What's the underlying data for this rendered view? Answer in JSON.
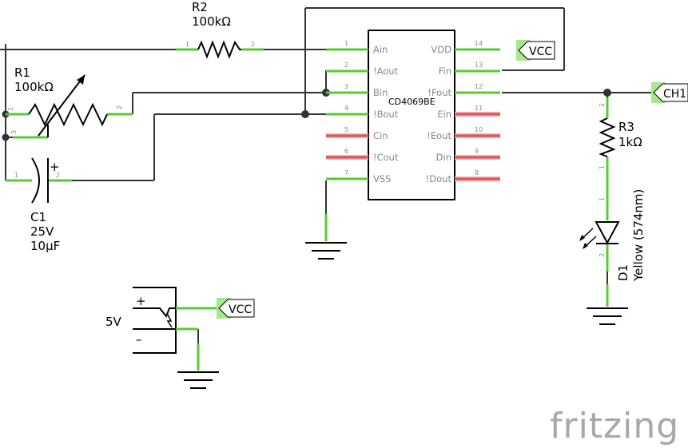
{
  "schematic": {
    "ic": {
      "part": "CD4069BE",
      "left_pins": [
        {
          "num": "1",
          "name": "Ain"
        },
        {
          "num": "2",
          "name": "!Aout"
        },
        {
          "num": "3",
          "name": "Bin"
        },
        {
          "num": "4",
          "name": "!Bout"
        },
        {
          "num": "5",
          "name": "Cin"
        },
        {
          "num": "6",
          "name": "!Cout"
        },
        {
          "num": "7",
          "name": "VSS"
        }
      ],
      "right_pins": [
        {
          "num": "14",
          "name": "VDD"
        },
        {
          "num": "13",
          "name": "Fin"
        },
        {
          "num": "12",
          "name": "!Fout"
        },
        {
          "num": "11",
          "name": "Ein"
        },
        {
          "num": "10",
          "name": "!Eout"
        },
        {
          "num": "9",
          "name": "Din"
        },
        {
          "num": "8",
          "name": "!Dout"
        }
      ]
    },
    "r2": {
      "ref": "R2",
      "value": "100kΩ",
      "pin1": "1",
      "pin2": "2"
    },
    "r1": {
      "ref": "R1",
      "value": "100kΩ",
      "pin1": "1",
      "pin2": "2",
      "pin3": "3"
    },
    "c1": {
      "ref": "C1",
      "voltage": "25V",
      "value": "10µF",
      "pin1": "1",
      "pin2": "2",
      "plus": "+"
    },
    "r3": {
      "ref": "R3",
      "value": "1kΩ",
      "pin1": "1",
      "pin2": "2"
    },
    "d1": {
      "ref": "D1",
      "value": "Yellow (574nm)",
      "pin1": "1",
      "pin2": "2"
    },
    "supply": {
      "label": "5V",
      "plus": "+",
      "minus": "–"
    },
    "net_labels": {
      "vcc_top": "VCC",
      "ch1": "CH1",
      "vcc_supply": "VCC"
    },
    "brand": "fritzing"
  }
}
